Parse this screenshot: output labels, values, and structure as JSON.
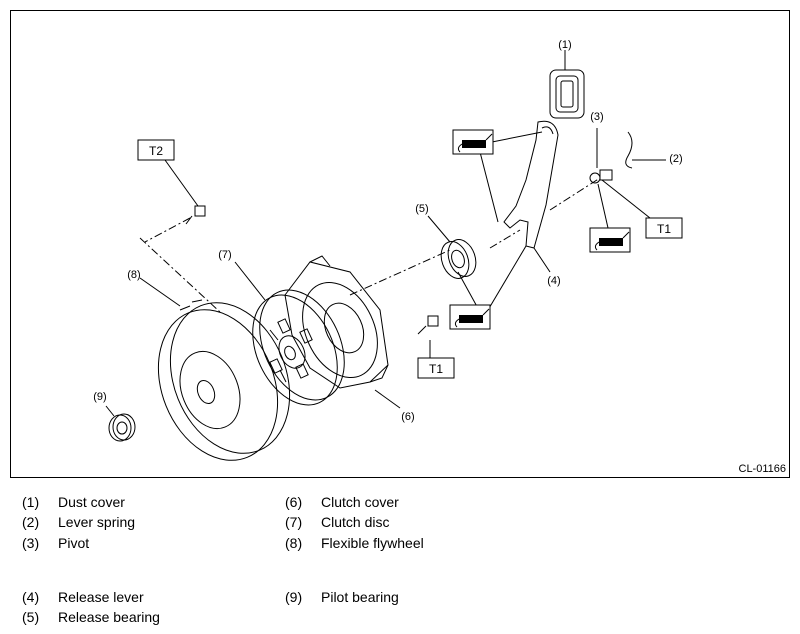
{
  "diagram": {
    "figure_id": "CL-01166",
    "callouts": [
      "(1)",
      "(2)",
      "(3)",
      "(4)",
      "(5)",
      "(6)",
      "(7)",
      "(8)",
      "(9)"
    ],
    "torque_tags": [
      "T1",
      "T1",
      "T2"
    ]
  },
  "legend": [
    {
      "num": "(1)",
      "label": "Dust cover"
    },
    {
      "num": "(2)",
      "label": "Lever spring"
    },
    {
      "num": "(3)",
      "label": "Pivot"
    },
    {
      "num": "(4)",
      "label": "Release lever"
    },
    {
      "num": "(5)",
      "label": "Release bearing"
    },
    {
      "num": "(6)",
      "label": "Clutch cover"
    },
    {
      "num": "(7)",
      "label": "Clutch disc"
    },
    {
      "num": "(8)",
      "label": "Flexible flywheel"
    },
    {
      "num": "(9)",
      "label": "Pilot bearing"
    }
  ]
}
